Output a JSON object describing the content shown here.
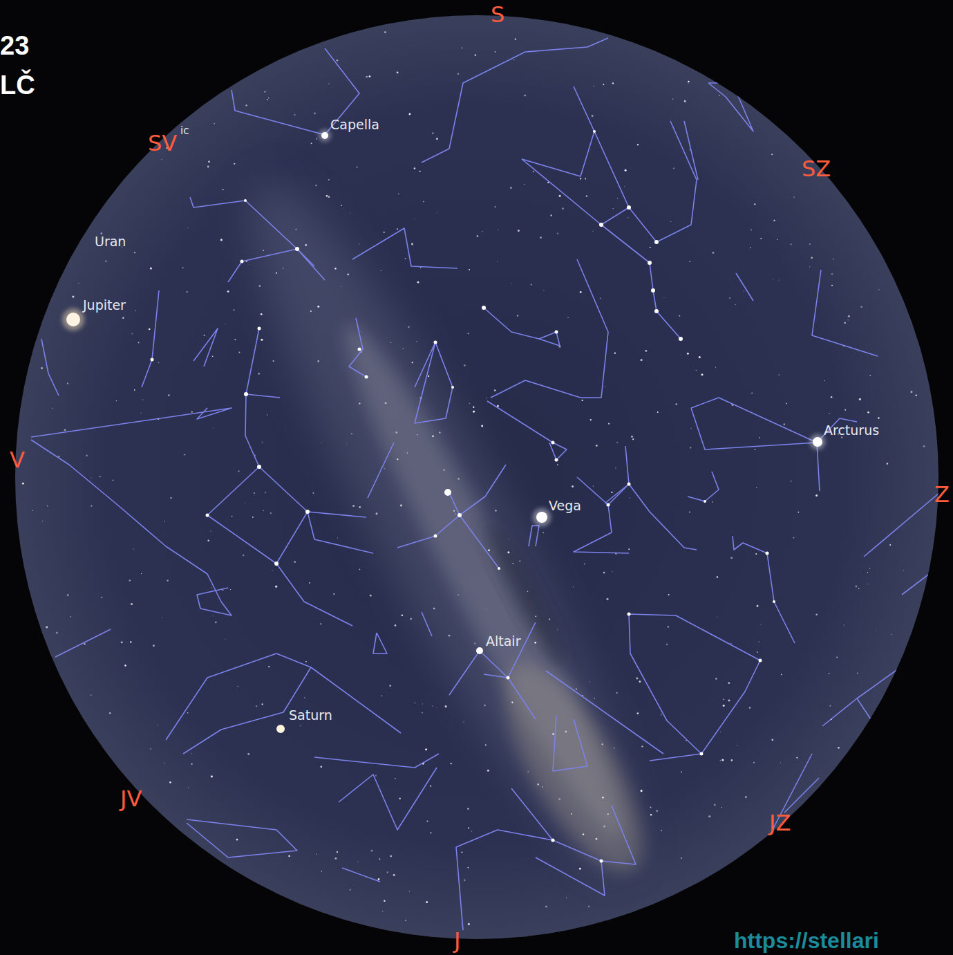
{
  "diagram": {
    "labels": [
      "23",
      "LČ",
      "S",
      "ic",
      "SV",
      "Capella",
      "SZ",
      "Uran",
      "Jupiter",
      "Arcturus",
      "V",
      "Vega",
      "Z",
      "Altair",
      "Saturn",
      "JV",
      "JZ",
      "J",
      "https://stellari"
    ]
  }
}
